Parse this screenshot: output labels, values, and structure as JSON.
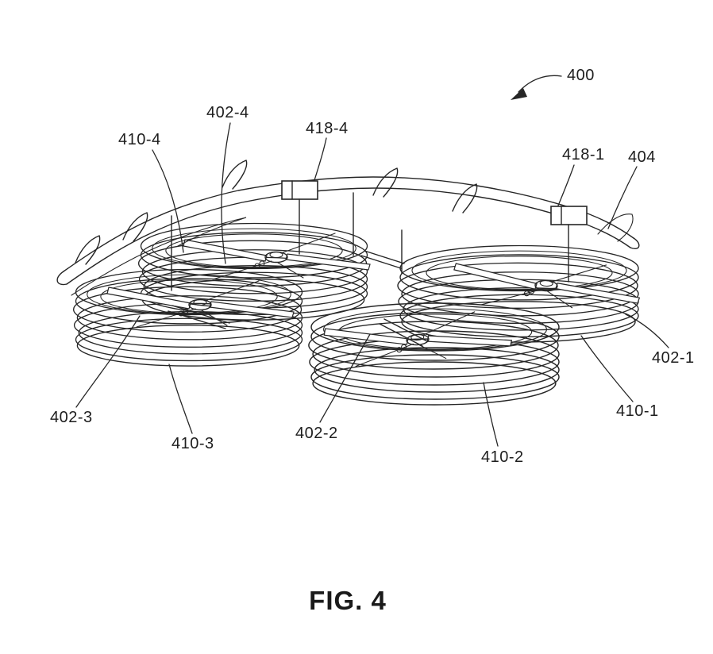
{
  "figure": {
    "caption": "FIG. 4"
  },
  "refs": {
    "r400": "400",
    "r402_4": "402-4",
    "r410_4": "410-4",
    "r418_4": "418-4",
    "r418_1": "418-1",
    "r404": "404",
    "r402_1": "402-1",
    "r410_1": "410-1",
    "r402_3": "402-3",
    "r410_3": "410-3",
    "r402_2": "402-2",
    "r410_2": "410-2"
  },
  "colors": {
    "ink": "#262626",
    "background": "#ffffff"
  }
}
